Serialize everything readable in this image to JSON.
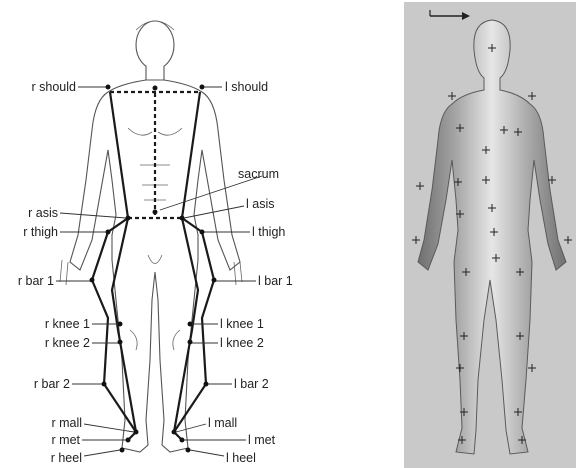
{
  "diagram": {
    "left_panel": {
      "right_labels": [
        "r should",
        "r asis",
        "r thigh",
        "r bar 1",
        "r knee 1",
        "r knee 2",
        "r bar 2",
        "r mall",
        "r met",
        "r heel"
      ],
      "left_labels": [
        "l should",
        "sacrum",
        "l asis",
        "l thigh",
        "l bar 1",
        "l knee 1",
        "l knee 2",
        "l bar 2",
        "l mall",
        "l met",
        "l heel"
      ]
    },
    "right_panel": {
      "description_icon": "scanned-body-mesh-with-marker-crosses",
      "background": "#c9c9c9"
    },
    "colors": {
      "line": "#1a1a1a",
      "outline": "#555555",
      "mesh_bg": "#c9c9c9"
    }
  }
}
